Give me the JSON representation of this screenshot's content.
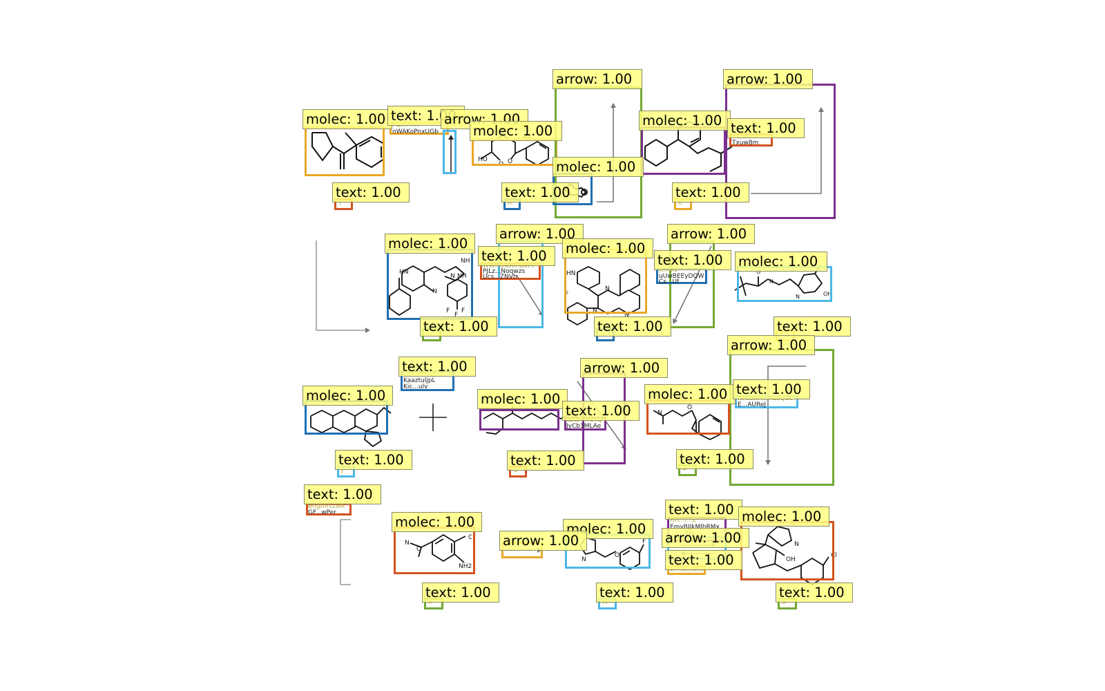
{
  "figure": {
    "background": "#ffffff"
  },
  "palette": {
    "orange_yellow": "#e9a727",
    "red_orange": "#d4521e",
    "sky_blue": "#4bb7e6",
    "dark_blue": "#1f6fb2",
    "purple": "#7b2f8e",
    "olive_green": "#72a832",
    "label_fill": "#ffff80",
    "drawing_ink": "#000000",
    "arrow_ink": "#777777"
  },
  "detections": [
    {
      "cls": "molec",
      "score": "1.00",
      "color": "orange_yellow"
    },
    {
      "cls": "text",
      "score": "1.00",
      "color": "orange_yellow",
      "content": [
        "FQ...PxK",
        "nWAKoPnxUGb"
      ]
    },
    {
      "cls": "arrow",
      "score": "1.00",
      "color": "sky_blue"
    },
    {
      "cls": "molec",
      "score": "1.00",
      "color": "orange_yellow"
    },
    {
      "cls": "arrow",
      "score": "1.00",
      "color": "olive_green"
    },
    {
      "cls": "molec",
      "score": "1.00",
      "color": "purple"
    },
    {
      "cls": "arrow",
      "score": "1.00",
      "color": "purple"
    },
    {
      "cls": "text",
      "score": "1.00",
      "color": "red_orange",
      "content": [
        "BXbuKN3V",
        "Txuw8m"
      ]
    },
    {
      "cls": "molec",
      "score": "1.00",
      "color": "dark_blue"
    },
    {
      "cls": "text",
      "score": "1.00",
      "color": "red_orange",
      "content": [
        "T"
      ]
    },
    {
      "cls": "text",
      "score": "1.00",
      "color": "dark_blue",
      "content": [
        "R"
      ]
    },
    {
      "cls": "text",
      "score": "1.00",
      "color": "orange_yellow",
      "content": [
        "8"
      ]
    },
    {
      "cls": "molec",
      "score": "1.00",
      "color": "dark_blue"
    },
    {
      "cls": "arrow",
      "score": "1.00",
      "color": "sky_blue"
    },
    {
      "cls": "text",
      "score": "1.00",
      "color": "red_orange",
      "content": [
        "WW...1wRmBxFt",
        "PJLz...Noqwzs",
        "Ucs...ZNVh"
      ]
    },
    {
      "cls": "molec",
      "score": "1.00",
      "color": "orange_yellow"
    },
    {
      "cls": "arrow",
      "score": "1.00",
      "color": "olive_green"
    },
    {
      "cls": "text",
      "score": "1.00",
      "color": "dark_blue",
      "content": [
        "h...U3",
        "uUwBEEyDQW",
        "Cs...Uf"
      ]
    },
    {
      "cls": "molec",
      "score": "1.00",
      "color": "sky_blue"
    },
    {
      "cls": "text",
      "score": "1.00",
      "color": "olive_green",
      "content": [
        "G"
      ]
    },
    {
      "cls": "text",
      "score": "1.00",
      "color": "dark_blue",
      "content": [
        "U"
      ]
    },
    {
      "cls": "text",
      "score": "1.00",
      "color": "orange_yellow",
      "content": [
        "F"
      ]
    },
    {
      "cls": "text",
      "score": "1.00",
      "color": "dark_blue",
      "content": [
        "ZCEbRGbRLB",
        "KaaztuljpL",
        "Kic...ulv"
      ]
    },
    {
      "cls": "arrow",
      "score": "1.00",
      "color": "purple"
    },
    {
      "cls": "arrow",
      "score": "1.00",
      "color": "olive_green"
    },
    {
      "cls": "molec",
      "score": "1.00",
      "color": "dark_blue"
    },
    {
      "cls": "molec",
      "score": "1.00",
      "color": "purple"
    },
    {
      "cls": "text",
      "score": "1.00",
      "color": "purple",
      "content": [
        "apLPFRGTq",
        "JyCb1MLAe"
      ]
    },
    {
      "cls": "molec",
      "score": "1.00",
      "color": "red_orange"
    },
    {
      "cls": "text",
      "score": "1.00",
      "color": "sky_blue",
      "content": [
        "NPsdNM...hLbqGc",
        "E...AUReJ"
      ]
    },
    {
      "cls": "text",
      "score": "1.00",
      "color": "sky_blue",
      "content": [
        "J"
      ]
    },
    {
      "cls": "text",
      "score": "1.00",
      "color": "red_orange",
      "content": [
        "G"
      ]
    },
    {
      "cls": "text",
      "score": "1.00",
      "color": "olive_green",
      "content": [
        "4"
      ]
    },
    {
      "cls": "text",
      "score": "1.00",
      "color": "red_orange",
      "content": [
        "BngtnrLLBA",
        "GF...wPer"
      ]
    },
    {
      "cls": "text",
      "score": "1.00",
      "color": "purple",
      "content": [
        "RH...r...E",
        "EmyBJJkMlhRMx",
        "...L...TO"
      ]
    },
    {
      "cls": "molec",
      "score": "1.00",
      "color": "red_orange"
    },
    {
      "cls": "molec",
      "score": "1.00",
      "color": "red_orange"
    },
    {
      "cls": "molec",
      "score": "1.00",
      "color": "sky_blue"
    },
    {
      "cls": "arrow",
      "score": "1.00",
      "color": "orange_yellow"
    },
    {
      "cls": "arrow",
      "score": "1.00",
      "color": "sky_blue"
    },
    {
      "cls": "text",
      "score": "1.00",
      "color": "orange_yellow",
      "content": [
        "Lmlu...ldxs"
      ]
    },
    {
      "cls": "text",
      "score": "1.00",
      "color": "olive_green",
      "content": [
        "X"
      ]
    },
    {
      "cls": "text",
      "score": "1.00",
      "color": "sky_blue",
      "content": [
        "M"
      ]
    },
    {
      "cls": "text",
      "score": "1.00",
      "color": "olive_green",
      "content": [
        "8"
      ]
    }
  ],
  "molecule_atoms": {
    "m_c3": [
      "NH",
      "HO",
      "O",
      "O"
    ],
    "m_d2": [
      "HN",
      "NH",
      "N",
      "NH",
      "N",
      "F",
      "F",
      "F"
    ],
    "m_c5": [
      "HN",
      "N",
      "N",
      "N",
      "F"
    ],
    "m_b7": [
      "O",
      "N",
      "N",
      "O",
      "OH"
    ],
    "m_e1": [
      "O",
      "N"
    ],
    "m_f2": [
      "O",
      "N",
      "Cl",
      "NH2"
    ],
    "m_f3": [
      "N",
      "O",
      "O",
      "F"
    ],
    "m_f5": [
      "N",
      "N",
      "OH",
      "Cl"
    ]
  }
}
